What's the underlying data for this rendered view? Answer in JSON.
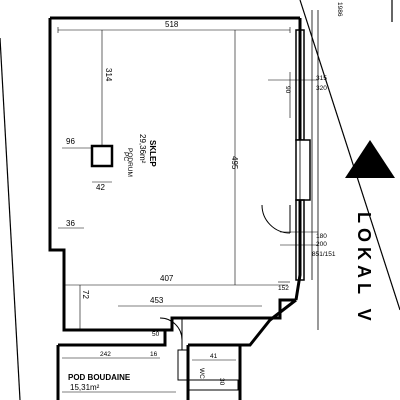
{
  "plan": {
    "unit_label": "LOKAL V",
    "rooms": [
      {
        "name": "SKLEP",
        "area": "29,36m²",
        "extra": "PODRUM"
      },
      {
        "name": "POD BOUDAINE",
        "area": "15,31m²"
      },
      {
        "name": "PC"
      },
      {
        "name": "WC"
      }
    ],
    "dimensions": {
      "top_width": "518",
      "left_vertical": "314",
      "column_left": "96",
      "column_width": "42",
      "left_offset": "36",
      "room_length": "495",
      "lower_width": "407",
      "lower_left": "72",
      "bottom_width": "453",
      "right_small": "152",
      "right_top": "315",
      "right_top_b": "320",
      "right_mid": "90",
      "right_lower_a": "180",
      "right_lower_b": "200",
      "right_lower_c": "851/151",
      "bottom_left_a": "242",
      "bottom_left_b": "16",
      "bottom_mid": "50",
      "bottom_right_a": "41",
      "bottom_right_b": "30",
      "corner_top": "1986"
    }
  }
}
